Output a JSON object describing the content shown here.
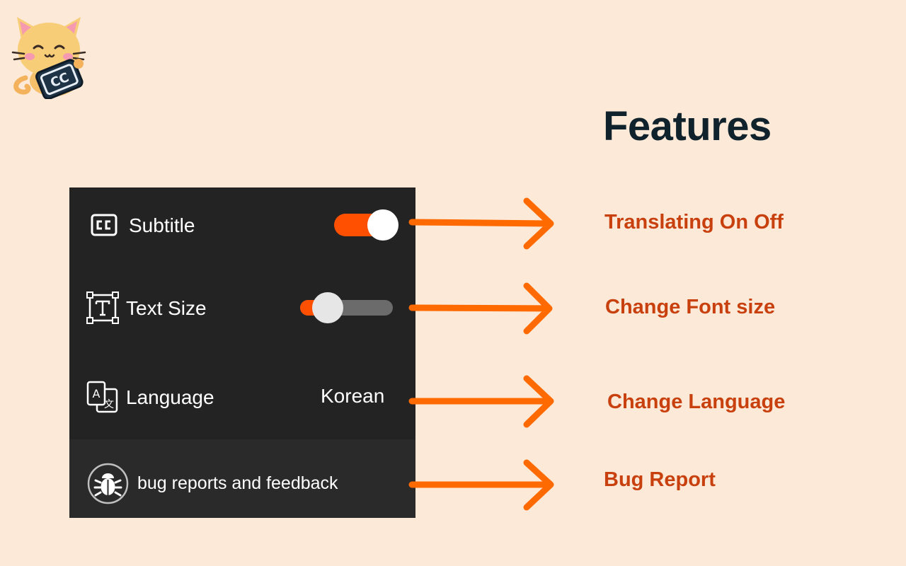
{
  "heading": "Features",
  "mascot": {
    "badge": "CC",
    "icon": "cat-cc-mascot-icon"
  },
  "panel": {
    "subtitle": {
      "label": "Subtitle",
      "icon": "cc-icon",
      "enabled": true
    },
    "text_size": {
      "label": "Text Size",
      "icon": "text-size-icon",
      "level": 0.3
    },
    "language": {
      "label": "Language",
      "icon": "translate-icon",
      "value": "Korean"
    },
    "feedback": {
      "label": "bug reports and feedback",
      "icon": "bug-icon"
    }
  },
  "callouts": [
    "Translating On Off",
    "Change Font size",
    "Change Language",
    "Bug Report"
  ],
  "colors": {
    "background": "#fce9d7",
    "panel": "#232323",
    "accent": "#ff4f00",
    "arrow": "#ff6a00",
    "callout": "#c9400f",
    "heading": "#10222c"
  }
}
